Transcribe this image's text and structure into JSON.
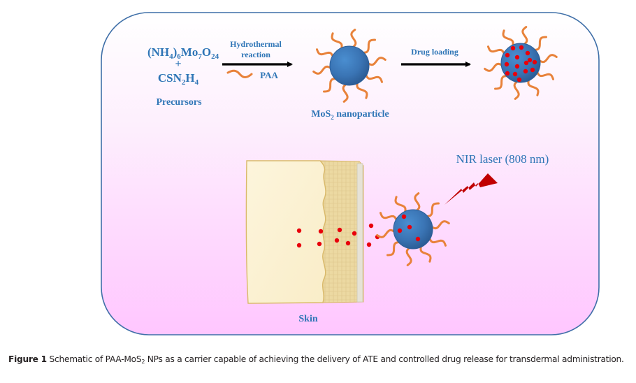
{
  "diagram": {
    "precursors": {
      "formula1": {
        "p1": "(NH",
        "s1": "4",
        "p2": ")",
        "s2": "6",
        "p3": "Mo",
        "s3": "7",
        "p4": "O",
        "s4": "24"
      },
      "plus": "+",
      "formula2": {
        "p1": "CSN",
        "s1": "2",
        "p2": "H",
        "s2": "4"
      },
      "label": "Precursors"
    },
    "step1": {
      "label_line1": "Hydrothermal",
      "label_line2": "reaction",
      "reagent": "PAA"
    },
    "nanoparticle": {
      "label_prefix": "MoS",
      "label_sub": "2",
      "label_suffix": " nanoparticle"
    },
    "step2": {
      "label": "Drug loading"
    },
    "laser": {
      "label": "NIR laser (808 nm)"
    },
    "skin": {
      "label": "Skin"
    },
    "colors": {
      "outline": "#3f6fa8",
      "background_top": "#ffffff",
      "background_bottom": "#ffc8ff",
      "text_blue": "#2e75b6",
      "particle": "#3c78b8",
      "ligand": "#e8823a",
      "drug": "#e8000b",
      "laser": "#c00000",
      "arrow": "#000000"
    }
  },
  "caption": {
    "figure_label": "Figure 1",
    "text_prefix": " Schematic of PAA-MoS",
    "text_sub": "2",
    "text_suffix": " NPs as a carrier capable of achieving the delivery of ATE and controlled drug release for transdermal administration."
  }
}
